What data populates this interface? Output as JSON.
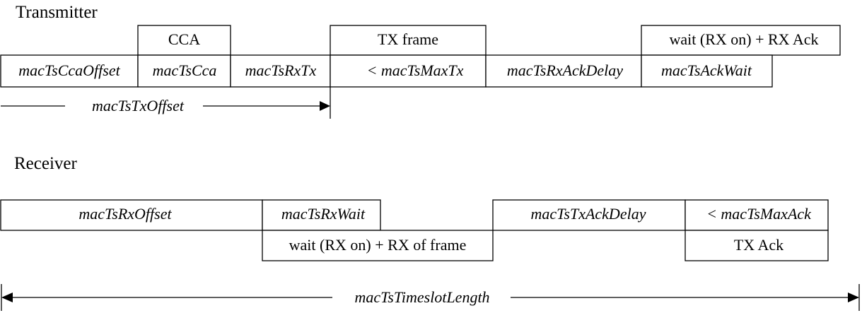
{
  "transmitter": {
    "title": "Transmitter",
    "timing": {
      "cca_offset": "macTsCcaOffset",
      "cca": "macTsCca",
      "rx_tx": "macTsRxTx",
      "max_tx": "< macTsMaxTx",
      "rx_ack_delay": "macTsRxAckDelay",
      "ack_wait": "macTsAckWait"
    },
    "activity": {
      "cca": "CCA",
      "tx_frame": "TX frame",
      "rx_ack": "wait (RX on) + RX Ack"
    },
    "tx_offset": "macTsTxOffset"
  },
  "receiver": {
    "title": "Receiver",
    "timing": {
      "rx_offset": "macTsRxOffset",
      "rx_wait": "macTsRxWait",
      "tx_ack_delay": "macTsTxAckDelay",
      "max_ack": "< macTsMaxAck"
    },
    "activity": {
      "rx_frame": "wait (RX on) + RX of frame",
      "tx_ack": "TX Ack"
    }
  },
  "timeslot_length": "macTsTimeslotLength"
}
